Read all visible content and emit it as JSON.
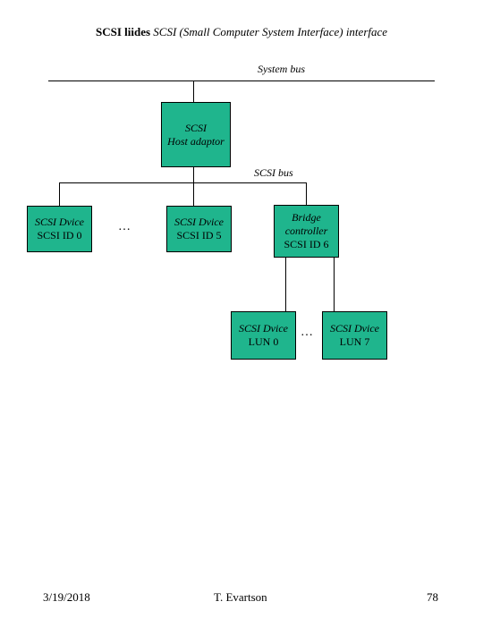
{
  "title": {
    "bold": "SCSI liides",
    "italic": "SCSI (Small Computer System Interface) interface"
  },
  "system_bus_label": "System bus",
  "scsi_bus_label": "SCSI bus",
  "host_adaptor": {
    "line1": "SCSI",
    "line2": "Host adaptor"
  },
  "device0": {
    "line1": "SCSI Dvice",
    "line2": "SCSI ID 0"
  },
  "device5": {
    "line1": "SCSI Dvice",
    "line2": "SCSI ID 5"
  },
  "bridge": {
    "line1": "Bridge",
    "line2": "controller",
    "line3": "SCSI ID 6"
  },
  "lun0": {
    "line1": "SCSI Dvice",
    "line2": "LUN 0"
  },
  "lun7": {
    "line1": "SCSI Dvice",
    "line2": "LUN 7"
  },
  "ellipsis": "…",
  "footer": {
    "date": "3/19/2018",
    "author": "T. Evartson",
    "page": "78"
  }
}
